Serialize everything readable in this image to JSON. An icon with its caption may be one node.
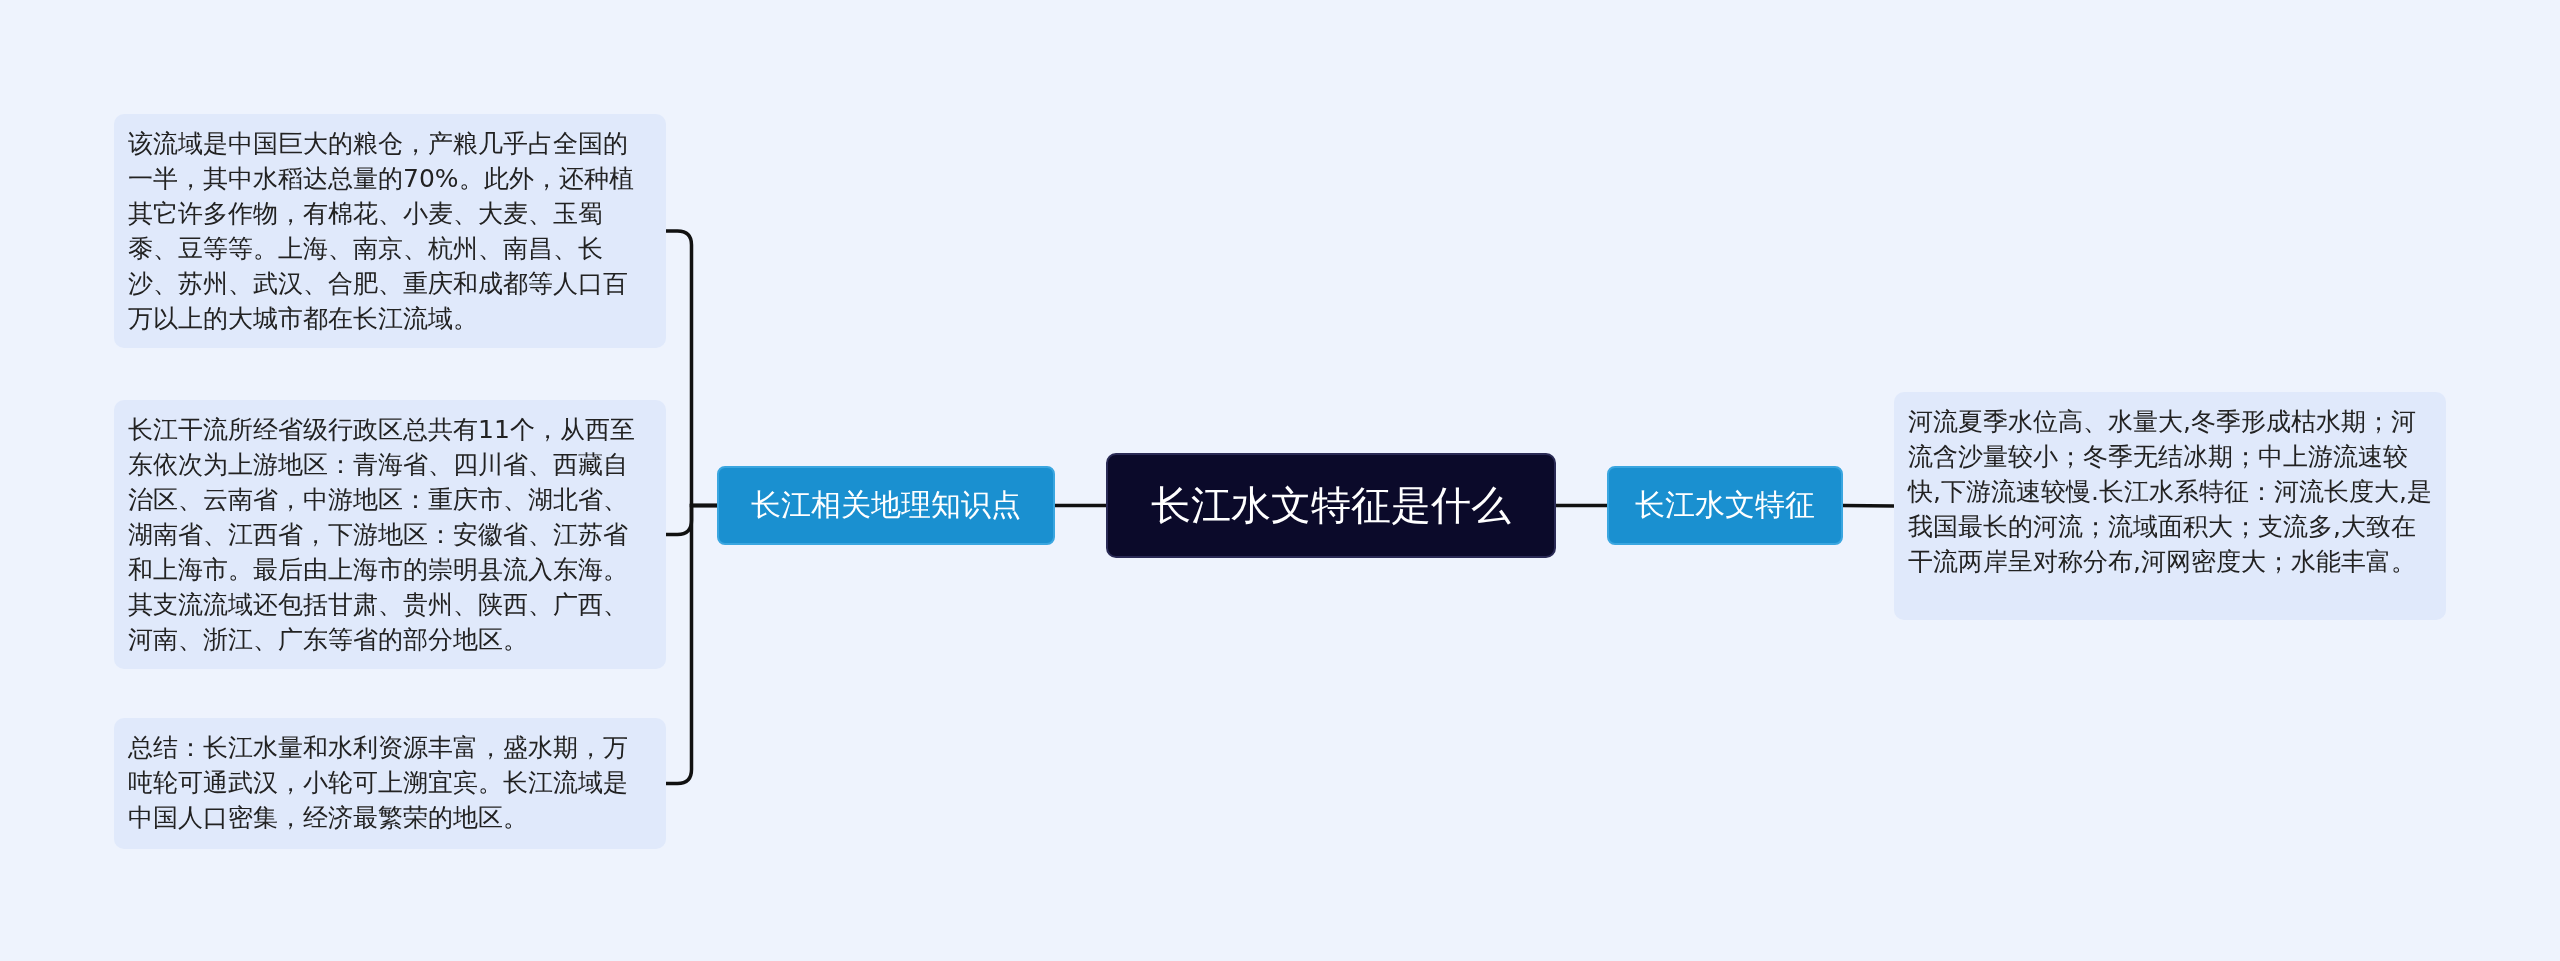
{
  "diagram": {
    "nodes": [
      {
        "text": [
          "长江水文特征是什么"
        ]
      },
      {
        "text": [
          "长江相关地理知识点"
        ]
      },
      {
        "text": [
          "长江水文特征"
        ]
      },
      {
        "text": [
          "该流域是中国巨大的粮仓，产粮几乎占全国的一半，其中水稻达总量的70%。此外，还种植其它许多作物，有棉花、小麦、大麦、玉蜀黍、豆等等。上海、南京、杭州、南昌、长沙、苏州、武汉、合肥、重庆和成都等人口百万以上的大城市都在长江流域。"
        ]
      },
      {
        "text": [
          "长江干流所经省级行政区总共有11个，从西至东依次为上游地区：青海省、四川省、西藏自治区、云南省，中游地区：重庆市、湖北省、湖南省、江西省，下游地区：安徽省、江苏省和上海市。最后由上海市的崇明县流入东海。其支流流域还包括甘肃、贵州、陕西、广西、河南、浙江、广东等省的部分地区。"
        ]
      },
      {
        "text": [
          "总结：长江水量和水利资源丰富，盛水期，万吨轮可通武汉，小轮可上溯宜宾。长江流域是中国人口密集，经济最繁荣的地区。"
        ]
      },
      {
        "text": [
          "河流夏季水位高、水量大,冬季形成枯水期；河流含沙量较小；冬季无结冰期；中上游流速较快,下游流速较慢.长江水系特征：河流长度大,是我国最长的河流；流域面积大；支流多,大致在干流两岸呈对称分布,河网密度大；水能丰富。"
        ]
      }
    ],
    "edges": [
      {
        "from": 0,
        "to": 1,
        "arrow": "none"
      },
      {
        "from": 0,
        "to": 2,
        "arrow": "none"
      },
      {
        "from": 1,
        "to": 3,
        "arrow": "none"
      },
      {
        "from": 1,
        "to": 4,
        "arrow": "none"
      },
      {
        "from": 1,
        "to": 5,
        "arrow": "none"
      },
      {
        "from": 2,
        "to": 6,
        "arrow": "none"
      }
    ]
  }
}
